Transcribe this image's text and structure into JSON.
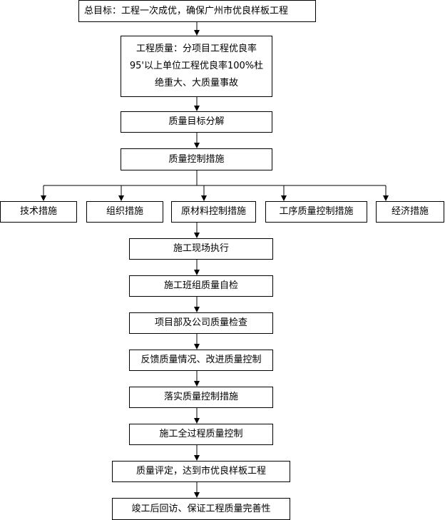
{
  "flowchart": {
    "goal": "总目标：工程一次成优，确保广州市优良样板工程",
    "quality_target": "工程质量：分项目工程优良率95'以上单位工程优良率100%杜绝重大、大质量事故",
    "decompose": "质量目标分解",
    "control_measures": "质量控制措施",
    "branches": [
      "技术措施",
      "组织措施",
      "原材料控制措施",
      "工序质量控制措施",
      "经济措施"
    ],
    "steps": [
      "施工现场执行",
      "施工班组质量自检",
      "项目部及公司质量检查",
      "反馈质量情况、改进质量控制",
      "落实质量控制措施",
      "施工全过程质量控制",
      "质量评定，达到市优良样板工程",
      "竣工后回访、保证工程质量完善性"
    ]
  }
}
